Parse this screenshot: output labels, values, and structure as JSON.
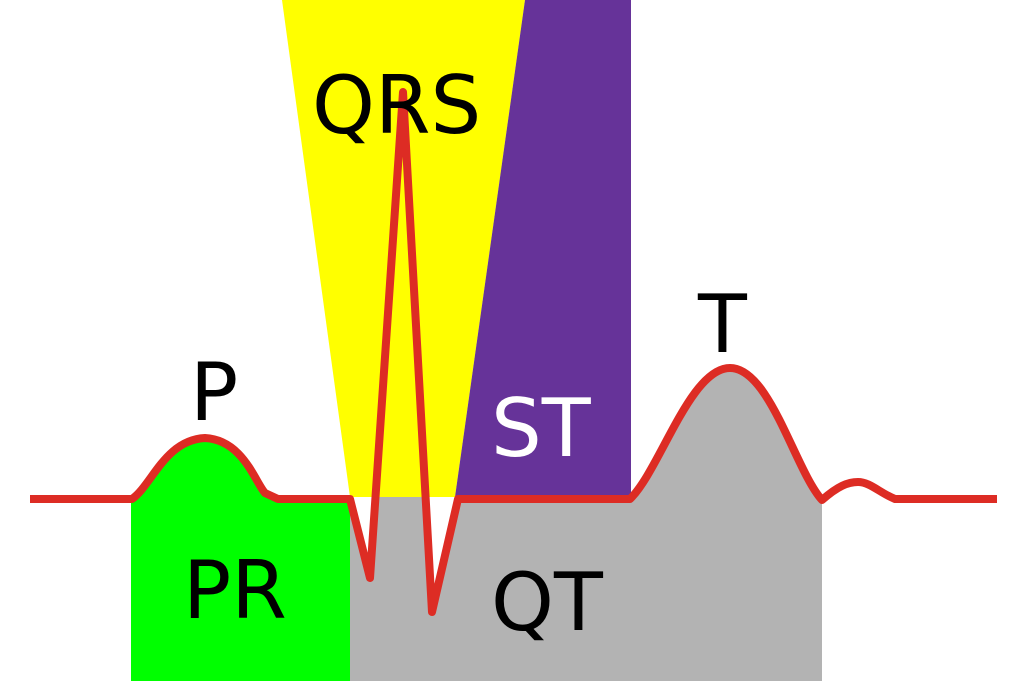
{
  "diagram": {
    "labels": {
      "qrs": "QRS",
      "p": "P",
      "st": "ST",
      "t": "T",
      "pr": "PR",
      "qt": "QT"
    },
    "colors": {
      "pr_region": "#00ff00",
      "qt_region": "#b3b3b3",
      "qrs_region": "#ffff00",
      "st_region": "#663399",
      "trace": "#dd2c24",
      "label_dark": "#000000",
      "label_light": "#ffffff",
      "background": "#ffffff"
    }
  }
}
